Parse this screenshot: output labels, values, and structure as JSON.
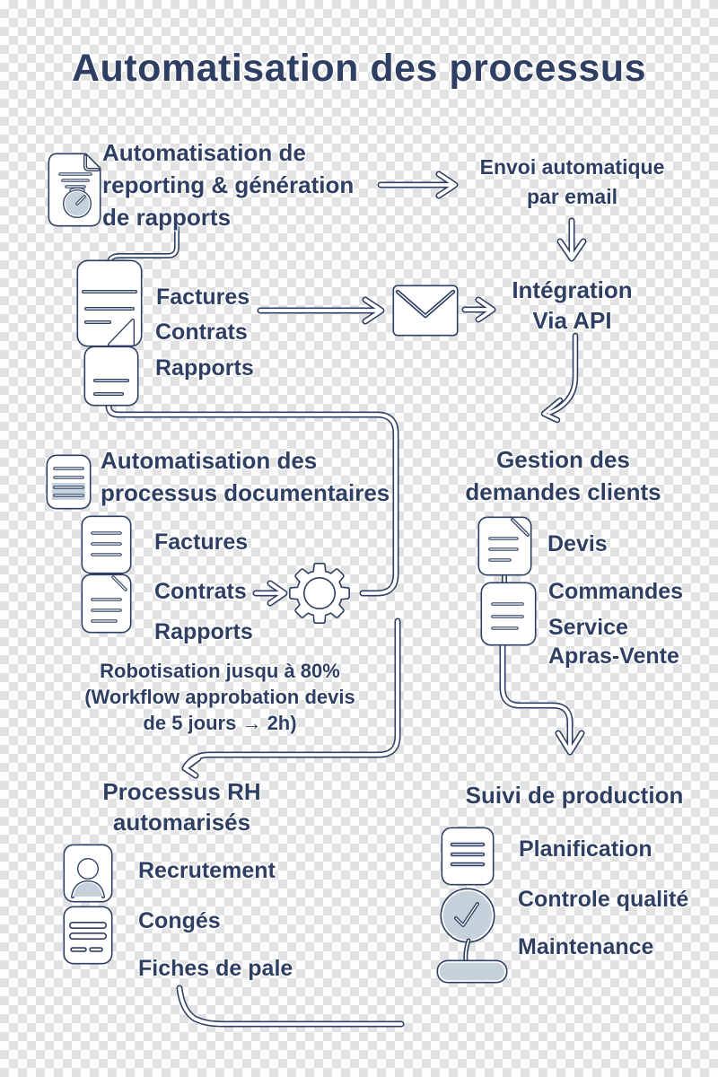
{
  "title": "Automatisation des processus",
  "colors": {
    "ink": "#2e3f63",
    "fill_light": "#c5d2db",
    "halo": "#ffffff",
    "checker": "#e2e2e2",
    "background": "#fdfdfd"
  },
  "nodes": {
    "reporting": {
      "title": "Automatisation de\nreporting & génération\nde rapports",
      "icon": "report-clock-icon"
    },
    "email": {
      "label": "Envoi automatique\npar email"
    },
    "api": {
      "label": "Intégration\nVia API"
    },
    "envelope": {
      "icon": "envelope-icon"
    },
    "documents_top": {
      "icon": "document-stack-icon",
      "items": [
        "Factures",
        "Contrats",
        "Rapports"
      ]
    },
    "documentaire": {
      "title": "Automatisation des\nprocessus documentaires",
      "icon": "document-icon",
      "items_icon": "documents-pair-icon",
      "process_icon": "gear-icon",
      "items": [
        "Factures",
        "Contrats",
        "Rapports"
      ],
      "note": "Robotisation jusqu à 80%\n(Workflow approbation devis\nde 5 jours → 2h)"
    },
    "clients": {
      "title": "Gestion des\ndemandes clients",
      "icons": [
        "document-corner-icon",
        "document-lines-icon"
      ],
      "items": [
        "Devis",
        "Commandes",
        "Service\nApras-Vente"
      ]
    },
    "rh": {
      "title": "Processus RH\nautomarisés",
      "icons": [
        "employee-card-icon",
        "payroll-card-icon"
      ],
      "items": [
        "Recrutement",
        "Congés",
        "Fiches de pale"
      ]
    },
    "production": {
      "title": "Suivi de production",
      "icons": [
        "planning-board-icon",
        "quality-gauge-icon"
      ],
      "items": [
        "Planification",
        "Controle qualité",
        "Maintenance"
      ]
    }
  }
}
